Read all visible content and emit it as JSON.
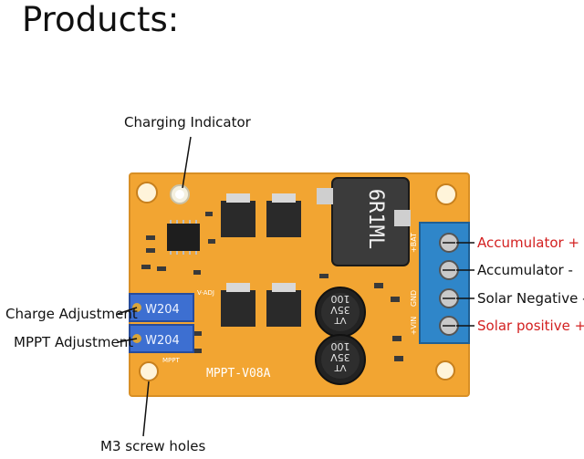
{
  "title": "Products:",
  "callouts": {
    "charging_indicator": "Charging Indicator",
    "charge_adjustment": "Charge Adjustment",
    "mppt_adjustment": "MPPT Adjustment",
    "m3_screw_holes": "M3 screw holes",
    "accumulator_plus": "Accumulator +",
    "accumulator_minus": "Accumulator -",
    "solar_negative": "Solar Negative -",
    "solar_positive": "Solar positive +"
  },
  "board": {
    "model": "MPPT-V08A",
    "inductor_marking": "6R1ML",
    "capacitor_marking_top": "100",
    "capacitor_marking_mid": "35V",
    "capacitor_marking_bottom": "VT",
    "trimmer_marking": "W204",
    "pin_vin": "+VIN",
    "pin_gnd": "GND",
    "pin_bat": "+BAT",
    "pin_adj": "V-ADJ",
    "pin_mppt": "MPPT"
  },
  "colors": {
    "pcb": "#f2a532",
    "terminal": "#2f86c9",
    "label_red": "#d32020",
    "label_dark": "#111111"
  }
}
